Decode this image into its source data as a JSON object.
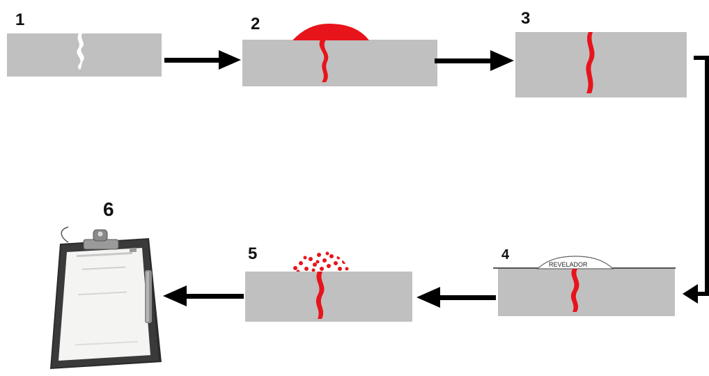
{
  "steps": [
    {
      "number": "1"
    },
    {
      "number": "2"
    },
    {
      "number": "3"
    },
    {
      "number": "4",
      "developer_label": "REVELADOR"
    },
    {
      "number": "5"
    },
    {
      "number": "6"
    }
  ],
  "colors": {
    "plate": "#c0c0c0",
    "penetrant": "#e8141b",
    "arrow": "#000000",
    "developer": "#ffffff",
    "clipboard": "#2b2b2b"
  }
}
